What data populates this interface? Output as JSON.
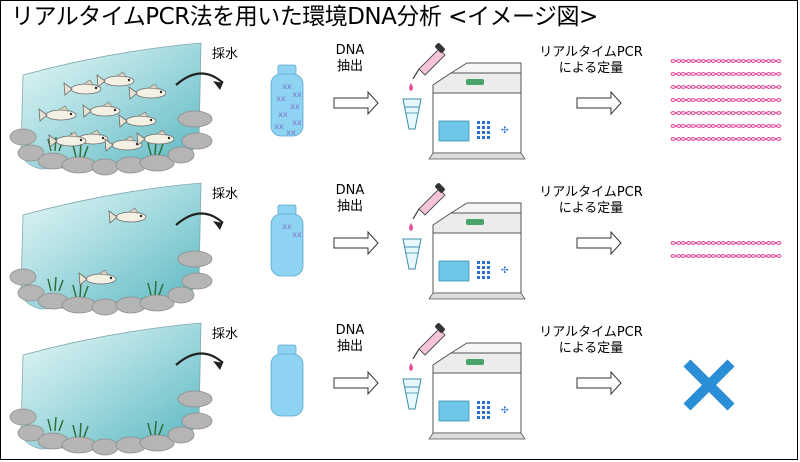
{
  "title": "リアルタイムPCR法を用いた環境DNA分析 <イメージ図>",
  "rows": [
    {
      "id": "row-high",
      "fish_count": 10,
      "bottle_dna_marks": 8,
      "dna_strands": 7,
      "sample_label": "採水",
      "extract_label": [
        "DNA",
        "抽出"
      ],
      "pcr_label": [
        "リアルタイムPCR",
        "による定量"
      ]
    },
    {
      "id": "row-low",
      "fish_count": 2,
      "bottle_dna_marks": 2,
      "dna_strands": 2,
      "sample_label": "採水",
      "extract_label": [
        "DNA",
        "抽出"
      ],
      "pcr_label": [
        "リアルタイムPCR",
        "による定量"
      ]
    },
    {
      "id": "row-none",
      "fish_count": 0,
      "bottle_dna_marks": 0,
      "dna_strands": 0,
      "result_icon": "cross-icon",
      "sample_label": "採水",
      "extract_label": [
        "DNA",
        "抽出"
      ],
      "pcr_label": [
        "リアルタイムPCR",
        "による定量"
      ]
    }
  ],
  "colors": {
    "water": "#5ab7c2",
    "water_light": "#b7e3e6",
    "rock": "#b5b5b5",
    "bottle": "#8fd3f2",
    "dna": "#e0569f",
    "cross": "#2a8ed6",
    "machine_screen": "#6ec7e8"
  }
}
